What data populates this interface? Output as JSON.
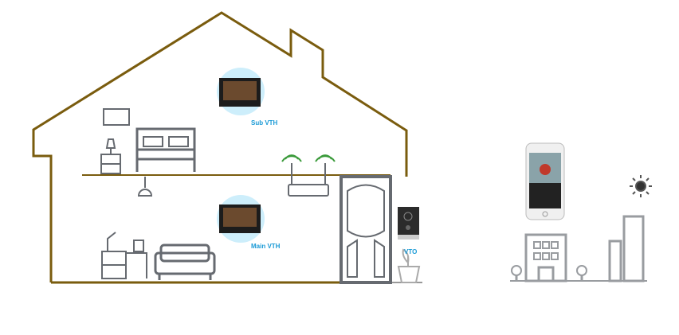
{
  "labels": {
    "sub_vth": "Sub VTH",
    "main_vth": "Main VTH",
    "vto": "VTO"
  },
  "colors": {
    "house_outline": "#7a5c0e",
    "icon_gray": "#666a70",
    "label_blue": "#1a9ad6",
    "vth_halo": "#cdeefb"
  }
}
